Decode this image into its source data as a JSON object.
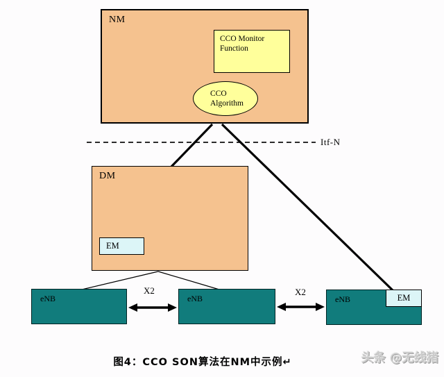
{
  "figure": {
    "nm_label": "NM",
    "cco_monitor_label": "CCO Monitor Function",
    "cco_algorithm_line1": "CCO",
    "cco_algorithm_line2": "Algorithm",
    "itf_n_label": "Itf-N",
    "dm_label": "DM",
    "dm_em_label": "EM",
    "enb_left_label": "eNB",
    "enb_middle_label": "eNB",
    "enb_right_label": "eNB",
    "enb_em_label": "EM",
    "x2_left_label": "X2",
    "x2_right_label": "X2"
  },
  "caption": "图4：CCO SON算法在NM中示例↵",
  "watermark": "头条 @无线猪",
  "colors": {
    "node_fill_peach": "#f5c28f",
    "function_fill_yellow": "#ffff9b",
    "em_fill_cyan": "#dcf5f7",
    "enb_fill_teal": "#117c7c",
    "line_black": "#000000",
    "watermark_gray": "#cbcbcb"
  }
}
